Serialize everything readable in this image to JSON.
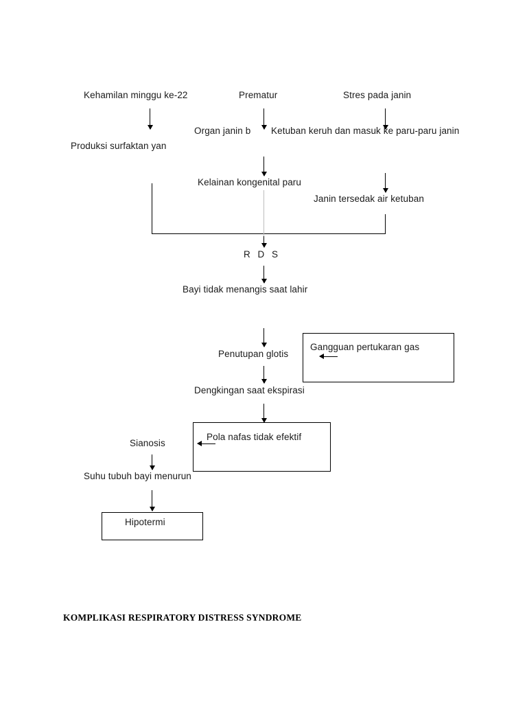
{
  "document": {
    "caption": "KOMPLIKASI RESPIRATORY DISTRESS SYNDROME"
  },
  "diagram": {
    "type": "flowchart",
    "title": "KOMPLIKASI RESPIRATORY DISTRESS SYNDROME",
    "nodes": [
      {
        "id": "n1",
        "label": "Kehamilan minggu ke-22",
        "boxed": false
      },
      {
        "id": "n2",
        "label": "Prematur",
        "boxed": false
      },
      {
        "id": "n3",
        "label": "Stres pada janin",
        "boxed": false
      },
      {
        "id": "n4",
        "label": "Produksi surfaktan yan",
        "boxed": false
      },
      {
        "id": "n5",
        "label": "Organ janin b",
        "boxed": false
      },
      {
        "id": "n6",
        "label": "Ketuban keruh dan masuk ke paru-paru janin",
        "boxed": false
      },
      {
        "id": "n7",
        "label": "Kelainan kongenital paru",
        "boxed": false
      },
      {
        "id": "n8",
        "label": "Janin tersedak air ketuban",
        "boxed": false
      },
      {
        "id": "n9",
        "label": "R  D  S",
        "boxed": false
      },
      {
        "id": "n10",
        "label": "Bayi tidak menangis saat lahir",
        "boxed": false
      },
      {
        "id": "n11",
        "label": "Penutupan glotis",
        "boxed": false
      },
      {
        "id": "n12",
        "label": "Gangguan pertukaran gas",
        "boxed": true
      },
      {
        "id": "n13",
        "label": "Dengkingan saat ekspirasi",
        "boxed": false
      },
      {
        "id": "n14",
        "label": "Pola nafas tidak efektif",
        "boxed": true
      },
      {
        "id": "n15",
        "label": "Sianosis",
        "boxed": false
      },
      {
        "id": "n16",
        "label": "Suhu tubuh bayi menurun",
        "boxed": false
      },
      {
        "id": "n17",
        "label": "Hipotermi",
        "boxed": true
      }
    ],
    "edges": [
      {
        "from": "n1",
        "to": "n4",
        "kind": "arrow-down"
      },
      {
        "from": "n2",
        "to": "n5",
        "kind": "arrow-down"
      },
      {
        "from": "n3",
        "to": "n6",
        "kind": "arrow-down"
      },
      {
        "from": "n5",
        "to": "n7",
        "kind": "arrow-down"
      },
      {
        "from": "n6",
        "to": "n8",
        "kind": "arrow-down"
      },
      {
        "from": "n4",
        "to": "n9",
        "kind": "bracket"
      },
      {
        "from": "n8",
        "to": "n9",
        "kind": "bracket"
      },
      {
        "from": "n7",
        "to": "n9",
        "kind": "arrow-down"
      },
      {
        "from": "n9",
        "to": "n10",
        "kind": "arrow-down"
      },
      {
        "from": "n10",
        "to": "n11",
        "kind": "arrow-down"
      },
      {
        "from": "n11",
        "to": "n12",
        "kind": "arrow-right"
      },
      {
        "from": "n11",
        "to": "n13",
        "kind": "arrow-down"
      },
      {
        "from": "n13",
        "to": "n14",
        "kind": "arrow-down"
      },
      {
        "from": "n14",
        "to": "n15",
        "kind": "arrow-left"
      },
      {
        "from": "n15",
        "to": "n16",
        "kind": "arrow-down"
      },
      {
        "from": "n16",
        "to": "n17",
        "kind": "arrow-down"
      }
    ]
  }
}
